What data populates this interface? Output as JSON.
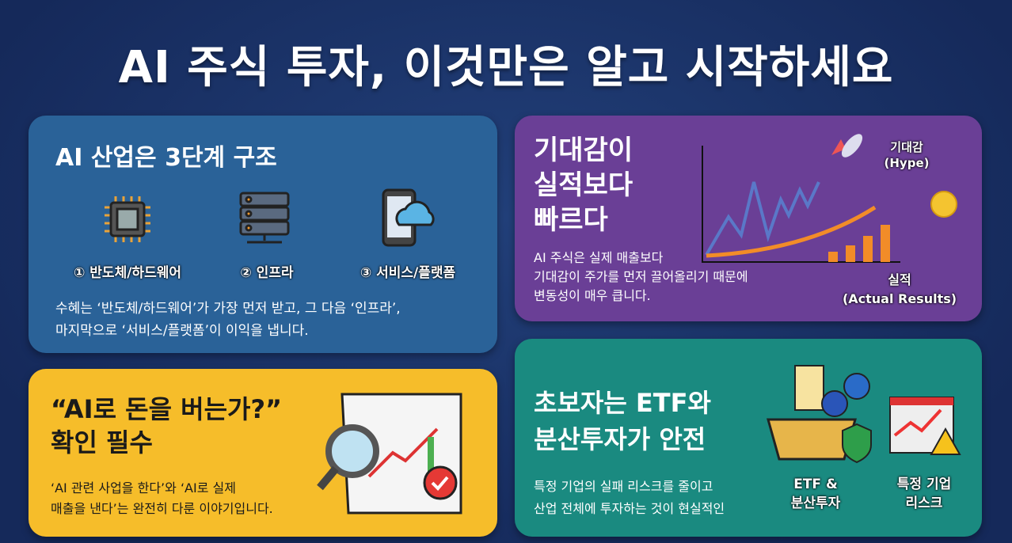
{
  "title": "AI 주식 투자, 이것만은 알고 시작하세요",
  "colors": {
    "background": "#1b3566",
    "blue_card": "#2a6298",
    "purple_card": "#6a3f96",
    "yellow_card": "#f6bd2a",
    "teal_card": "#1a8a80"
  },
  "card_structure": {
    "heading": "AI 산업은 3단계 구조",
    "stages": [
      {
        "label": "① 반도체/하드웨어",
        "icon": "chip-icon"
      },
      {
        "label": "② 인프라",
        "icon": "server-icon"
      },
      {
        "label": "③ 서비스/플랫폼",
        "icon": "phone-cloud-icon"
      }
    ],
    "body": [
      "수혜는 ‘반도체/하드웨어’가 가장 먼저 받고, 그 다음 ‘인프라’,",
      "마지막으로 ‘서비스/플랫폼’이 이익을 냅니다."
    ]
  },
  "card_hype": {
    "heading": [
      "기대감이",
      "실적보다",
      "빠르다"
    ],
    "body": [
      "AI 주식은 실제 매출보다",
      "기대감이 주가를 먼저 끌어올리기 때문에",
      "변동성이 매우 큽니다."
    ],
    "hype_label": [
      "기대감",
      "(Hype)"
    ],
    "results_label": [
      "실적",
      "(Actual Results)"
    ]
  },
  "card_revenue": {
    "heading": [
      "“AI로 돈을 버는가?”",
      "확인 필수"
    ],
    "body": [
      "‘AI 관련 사업을 한다’와 ‘AI로 실제",
      "매출을 낸다’는 완전히 다룬 이야기입니다."
    ]
  },
  "card_etf": {
    "heading": [
      "초보자는 ETF와",
      "분산투자가 안전"
    ],
    "body": [
      "특정 기업의 실패 리스크를 줄이고",
      "산업 전체에 투자하는 것이 현실적인"
    ],
    "etf_label": [
      "ETF &",
      "분산투자"
    ],
    "risk_label": [
      "특정 기업",
      "리스크"
    ]
  }
}
